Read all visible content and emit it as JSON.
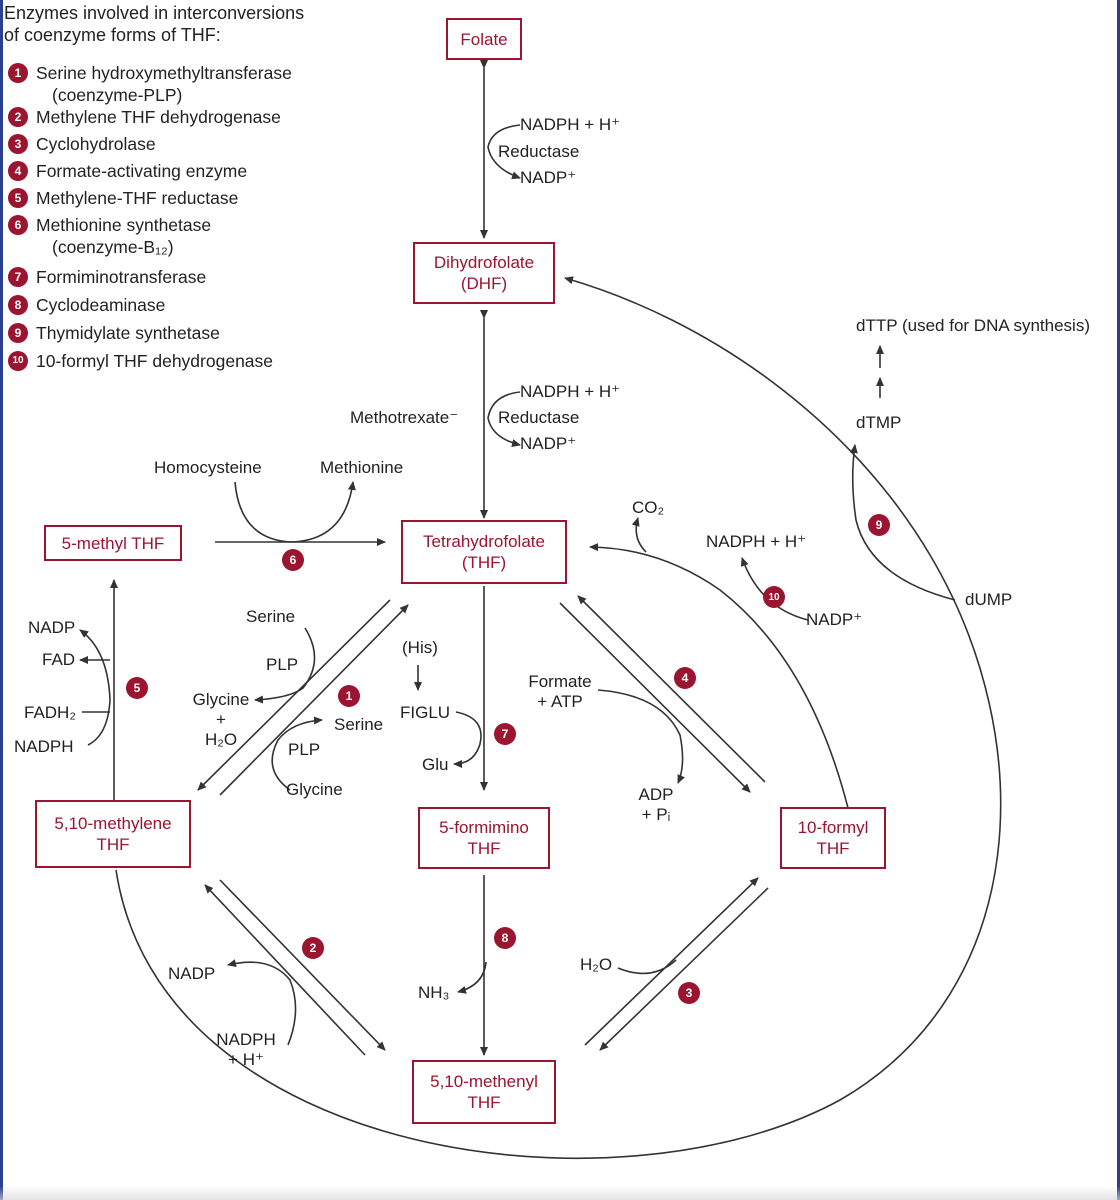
{
  "legend": {
    "title": "Enzymes involved in interconversions\n   of coenzyme forms of THF:",
    "items": [
      {
        "num": "1",
        "text": "Serine hydroxymethyltransferase",
        "sub": "(coenzyme-PLP)"
      },
      {
        "num": "2",
        "text": "Methylene THF dehydrogenase",
        "sub": ""
      },
      {
        "num": "3",
        "text": "Cyclohydrolase",
        "sub": ""
      },
      {
        "num": "4",
        "text": "Formate-activating enzyme",
        "sub": ""
      },
      {
        "num": "5",
        "text": "Methylene-THF reductase",
        "sub": ""
      },
      {
        "num": "6",
        "text": "Methionine synthetase",
        "sub": "(coenzyme-B₁₂)"
      },
      {
        "num": "7",
        "text": "Formiminotransferase",
        "sub": ""
      },
      {
        "num": "8",
        "text": "Cyclodeaminase",
        "sub": ""
      },
      {
        "num": "9",
        "text": "Thymidylate synthetase",
        "sub": ""
      },
      {
        "num": "10",
        "text": "10-formyl THF dehydrogenase",
        "sub": ""
      }
    ]
  },
  "nodes": {
    "folate": "Folate",
    "dhf": "Dihydrofolate\n(DHF)",
    "thf": "Tetrahydrofolate\n(THF)",
    "methyl": "5-methyl THF",
    "methylene": "5,10-methylene\nTHF",
    "formimino": "5-formimino\nTHF",
    "formyl": "10-formyl\nTHF",
    "methenyl": "5,10-methenyl\nTHF"
  },
  "labels": {
    "nadph_h_1": "NADPH + H⁺",
    "reductase_1": "Reductase",
    "nadp_1": "NADP⁺",
    "nadph_h_2": "NADPH + H⁺",
    "reductase_2": "Reductase",
    "nadp_2": "NADP⁺",
    "methotrexate": "Methotrexate⁻",
    "homocysteine": "Homocysteine",
    "methionine": "Methionine",
    "dttp": "dTTP (used for DNA synthesis)",
    "dtmp": "dTMP",
    "dump": "dUMP",
    "co2": "CO₂",
    "nadph_h_10": "NADPH + H⁺",
    "nadp_10": "NADP⁺",
    "serine_a": "Serine",
    "plp_a": "PLP",
    "glycine_h2o": "Glycine\n+\nH₂O",
    "serine_b": "Serine",
    "plp_b": "PLP",
    "glycine_b": "Glycine",
    "his": "(His)",
    "figlu": "FIGLU",
    "glu": "Glu",
    "formate_atp": "Formate\n+ ATP",
    "adp_pi": "ADP\n+ Pᵢ",
    "nadp_5": "NADP",
    "fad_5": "FAD",
    "fadh2_5": "FADH₂",
    "nadph_5": "NADPH",
    "nadp_2r": "NADP",
    "nadph_h_2r": "NADPH\n+ H⁺",
    "nh3": "NH₃",
    "h2o_3": "H₂O"
  },
  "badges": {
    "b1": "1",
    "b2": "2",
    "b3": "3",
    "b4": "4",
    "b5": "5",
    "b6": "6",
    "b7": "7",
    "b8": "8",
    "b9": "9",
    "b10": "10"
  },
  "colors": {
    "accent": "#9b1430",
    "line": "#333333",
    "frame": "#2a3f8f"
  }
}
